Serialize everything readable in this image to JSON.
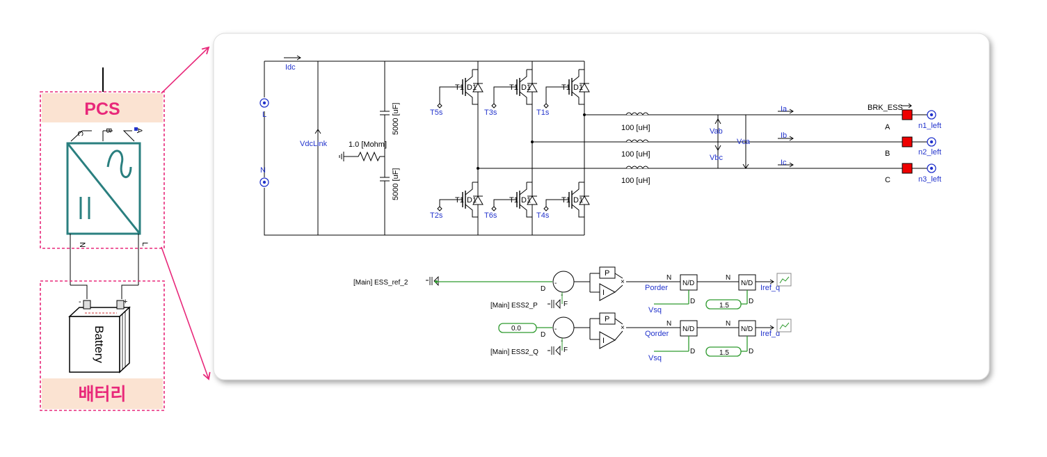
{
  "left": {
    "pcs_label": "PCS",
    "battery_label": "배터리",
    "battery_text": "Battery",
    "pcs_terminals": [
      "C",
      "B",
      "A"
    ],
    "pcs_bottom_terminals": [
      "N",
      "L"
    ],
    "battery_terminals": [
      "-",
      "+"
    ]
  },
  "power_circuit": {
    "source_nodes": [
      "L",
      "N"
    ],
    "idc": "Idc",
    "vdclink": "VdcLink",
    "resistor": "1.0 [Mohm]",
    "capacitors": [
      "5000 [uF]",
      "5000 [uF]"
    ],
    "switch_label": "T1",
    "diode_label": "D1",
    "gate_top": [
      "T5s",
      "T3s",
      "T1s"
    ],
    "gate_bottom": [
      "T2s",
      "T6s",
      "T4s"
    ],
    "inductors": [
      "100 [uH]",
      "100 [uH]",
      "100 [uH]"
    ],
    "voltages": [
      "Vab",
      "Vbc",
      "Vca"
    ],
    "currents": [
      "Ia",
      "Ib",
      "Ic"
    ],
    "breaker": "BRK_ESS",
    "phases": [
      "A",
      "B",
      "C"
    ],
    "outputs": [
      "n1_left",
      "n2_left",
      "n3_left"
    ]
  },
  "control": {
    "ess_ref": "[Main] ESS_ref_2",
    "ess_p": "[Main] ESS2_P",
    "ess_q": "[Main] ESS2_Q",
    "zero": "0.0",
    "sum_d": "D",
    "sum_f": "F",
    "sum_minus": "-",
    "p_block": "P",
    "i_block": "I",
    "porder": "Porder",
    "qorder": "Qorder",
    "vsq": "Vsq",
    "nd": "N/D",
    "n": "N",
    "d": "D",
    "const": "1.5",
    "iref_q": "Iref_q",
    "iref_d": "Iref_d"
  }
}
